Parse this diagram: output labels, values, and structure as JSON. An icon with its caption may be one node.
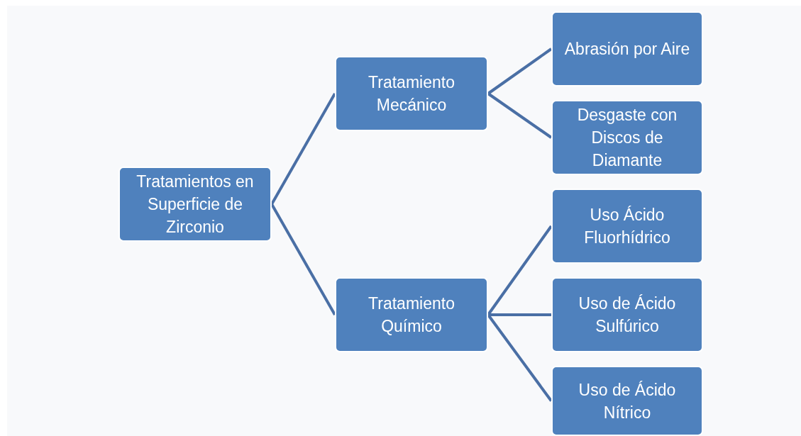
{
  "diagram": {
    "nodes": [
      {
        "text": [
          "Tratamientos en Superficie de Zirconio"
        ]
      },
      {
        "text": [
          "Tratamiento Mecánico"
        ]
      },
      {
        "text": [
          "Abrasión por Aire"
        ]
      },
      {
        "text": [
          "Desgaste con Discos de Diamante"
        ]
      },
      {
        "text": [
          "Tratamiento Químico"
        ]
      },
      {
        "text": [
          "Uso Ácido Fluorhídrico"
        ]
      },
      {
        "text": [
          "Uso de Ácido Sulfúrico"
        ]
      },
      {
        "text": [
          "Uso de Ácido Nítrico"
        ]
      }
    ],
    "edges": [
      {
        "from": 0,
        "to": 1,
        "arrow": "none"
      },
      {
        "from": 0,
        "to": 4,
        "arrow": "none"
      },
      {
        "from": 1,
        "to": 2,
        "arrow": "none"
      },
      {
        "from": 1,
        "to": 3,
        "arrow": "none"
      },
      {
        "from": 4,
        "to": 5,
        "arrow": "none"
      },
      {
        "from": 4,
        "to": 6,
        "arrow": "none"
      },
      {
        "from": 4,
        "to": 7,
        "arrow": "none"
      }
    ]
  }
}
